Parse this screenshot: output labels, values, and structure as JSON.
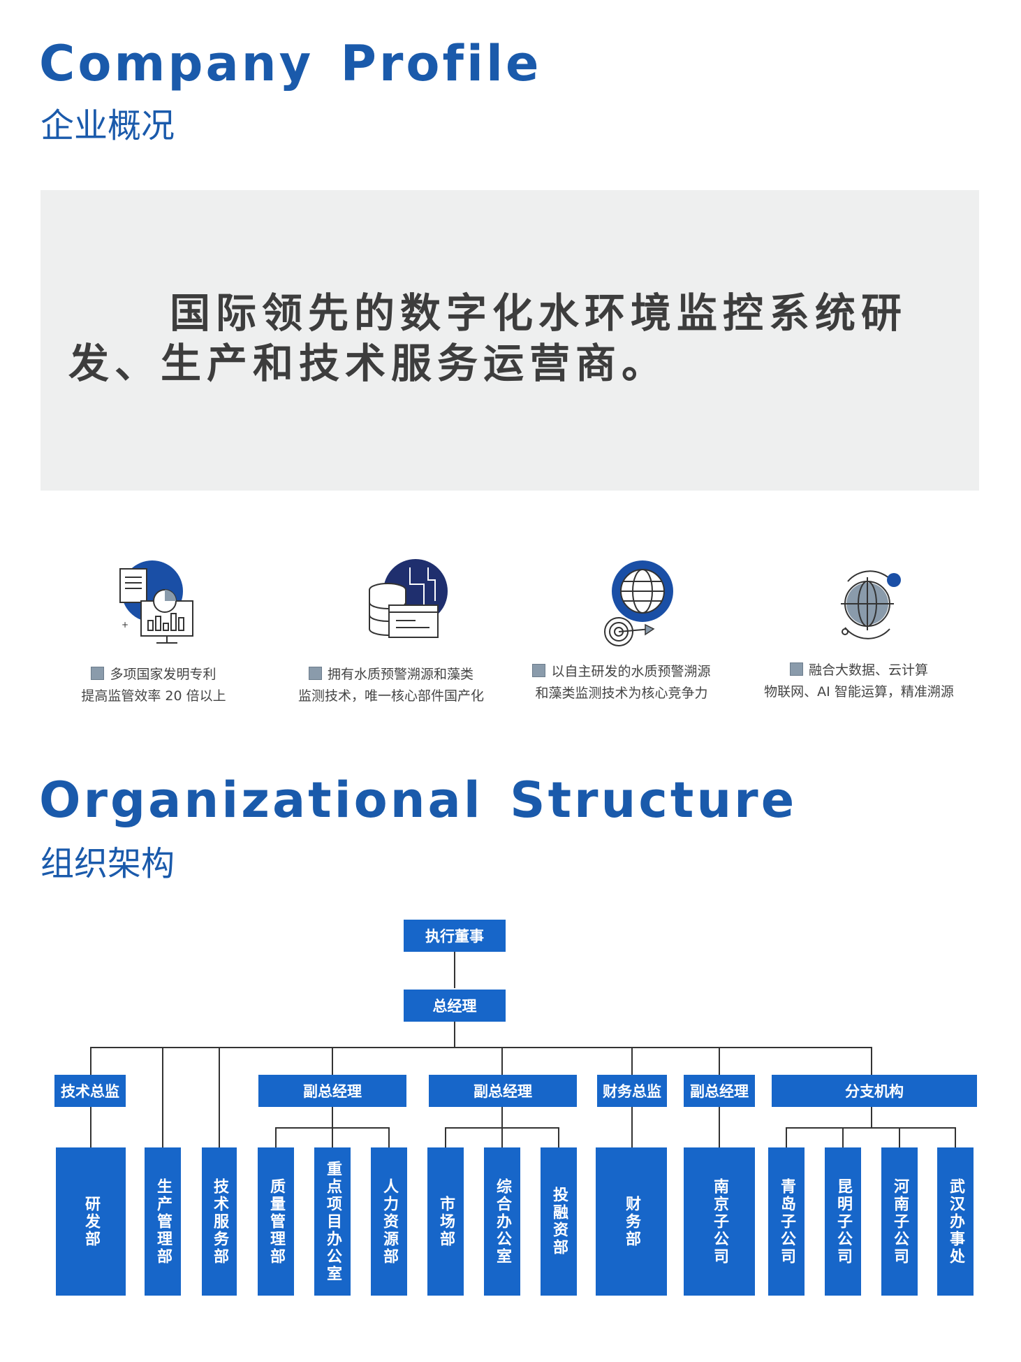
{
  "profile": {
    "title_en": "Company Profile",
    "title_cn": "企业概况",
    "slogan": "国际领先的数字化水环境监控系统研发、生产和技术服务运营商。"
  },
  "features": [
    {
      "icon": "patent-report-icon",
      "line1": "多项国家发明专利",
      "line2": "提高监管效率 20 倍以上"
    },
    {
      "icon": "database-server-icon",
      "line1": "拥有水质预警溯源和藻类",
      "line2": "监测技术，唯一核心部件国产化"
    },
    {
      "icon": "globe-target-icon",
      "line1": "以自主研发的水质预警溯源",
      "line2": "和藻类监测技术为核心竞争力"
    },
    {
      "icon": "network-globe-icon",
      "line1": "融合大数据、云计算",
      "line2": "物联网、AI 智能运算，精准溯源"
    }
  ],
  "org": {
    "title_en": "Organizational Structure",
    "title_cn": "组织架构",
    "top": "执行董事",
    "gm": "总经理",
    "level2": [
      "技术总监",
      "副总经理",
      "副总经理",
      "财务总监",
      "副总经理",
      "分支机构"
    ],
    "depts": [
      "研发部",
      "生产管理部",
      "技术服务部",
      "质量管理部",
      "重点项目办公室",
      "人力资源部",
      "市场部",
      "综合办公室",
      "投融资部",
      "财务部",
      "南京子公司",
      "青岛子公司",
      "昆明子公司",
      "河南子公司",
      "武汉办事处"
    ]
  },
  "colors": {
    "brand_blue": "#1a5aab",
    "box_blue": "#1766c9",
    "slogan_bg": "#eeefef",
    "navy": "#1f2f6e"
  }
}
